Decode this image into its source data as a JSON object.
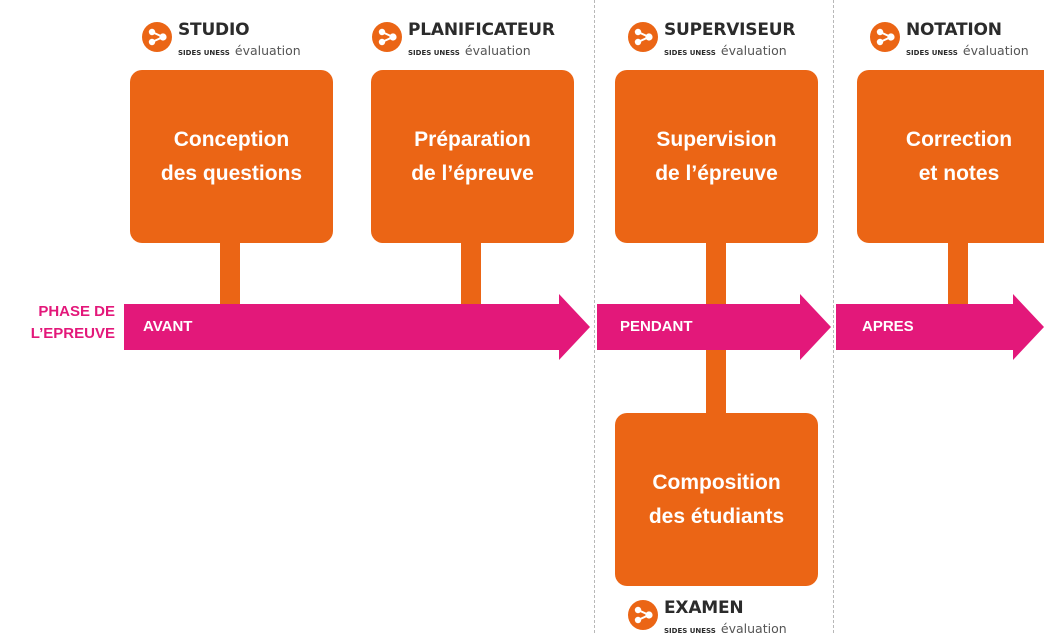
{
  "colors": {
    "orange": "#eb6515",
    "magenta": "#e3187a",
    "separator": "#b8b8b8"
  },
  "modules": [
    {
      "name": "STUDIO",
      "sub_brand": "SIDES UNESS",
      "sub_word": "évaluation",
      "icon": "sides-logo-icon"
    },
    {
      "name": "PLANIFICATEUR",
      "sub_brand": "SIDES UNESS",
      "sub_word": "évaluation",
      "icon": "sides-logo-icon"
    },
    {
      "name": "SUPERVISEUR",
      "sub_brand": "SIDES UNESS",
      "sub_word": "évaluation",
      "icon": "sides-logo-icon"
    },
    {
      "name": "NOTATION",
      "sub_brand": "SIDES UNESS",
      "sub_word": "évaluation",
      "icon": "sides-logo-icon"
    },
    {
      "name": "EXAMEN",
      "sub_brand": "SIDES UNESS",
      "sub_word": "évaluation",
      "icon": "sides-logo-icon"
    }
  ],
  "boxes": [
    {
      "line1": "Conception",
      "line2": "des questions"
    },
    {
      "line1": "Préparation",
      "line2": "de l’épreuve"
    },
    {
      "line1": "Supervision",
      "line2": "de l’épreuve"
    },
    {
      "line1": "Correction",
      "line2": "et notes"
    },
    {
      "line1": "Composition",
      "line2": "des étudiants"
    }
  ],
  "phase": {
    "title_line1": "PHASE DE",
    "title_line2": "L’EPREUVE",
    "stages": [
      "AVANT",
      "PENDANT",
      "APRES"
    ]
  }
}
